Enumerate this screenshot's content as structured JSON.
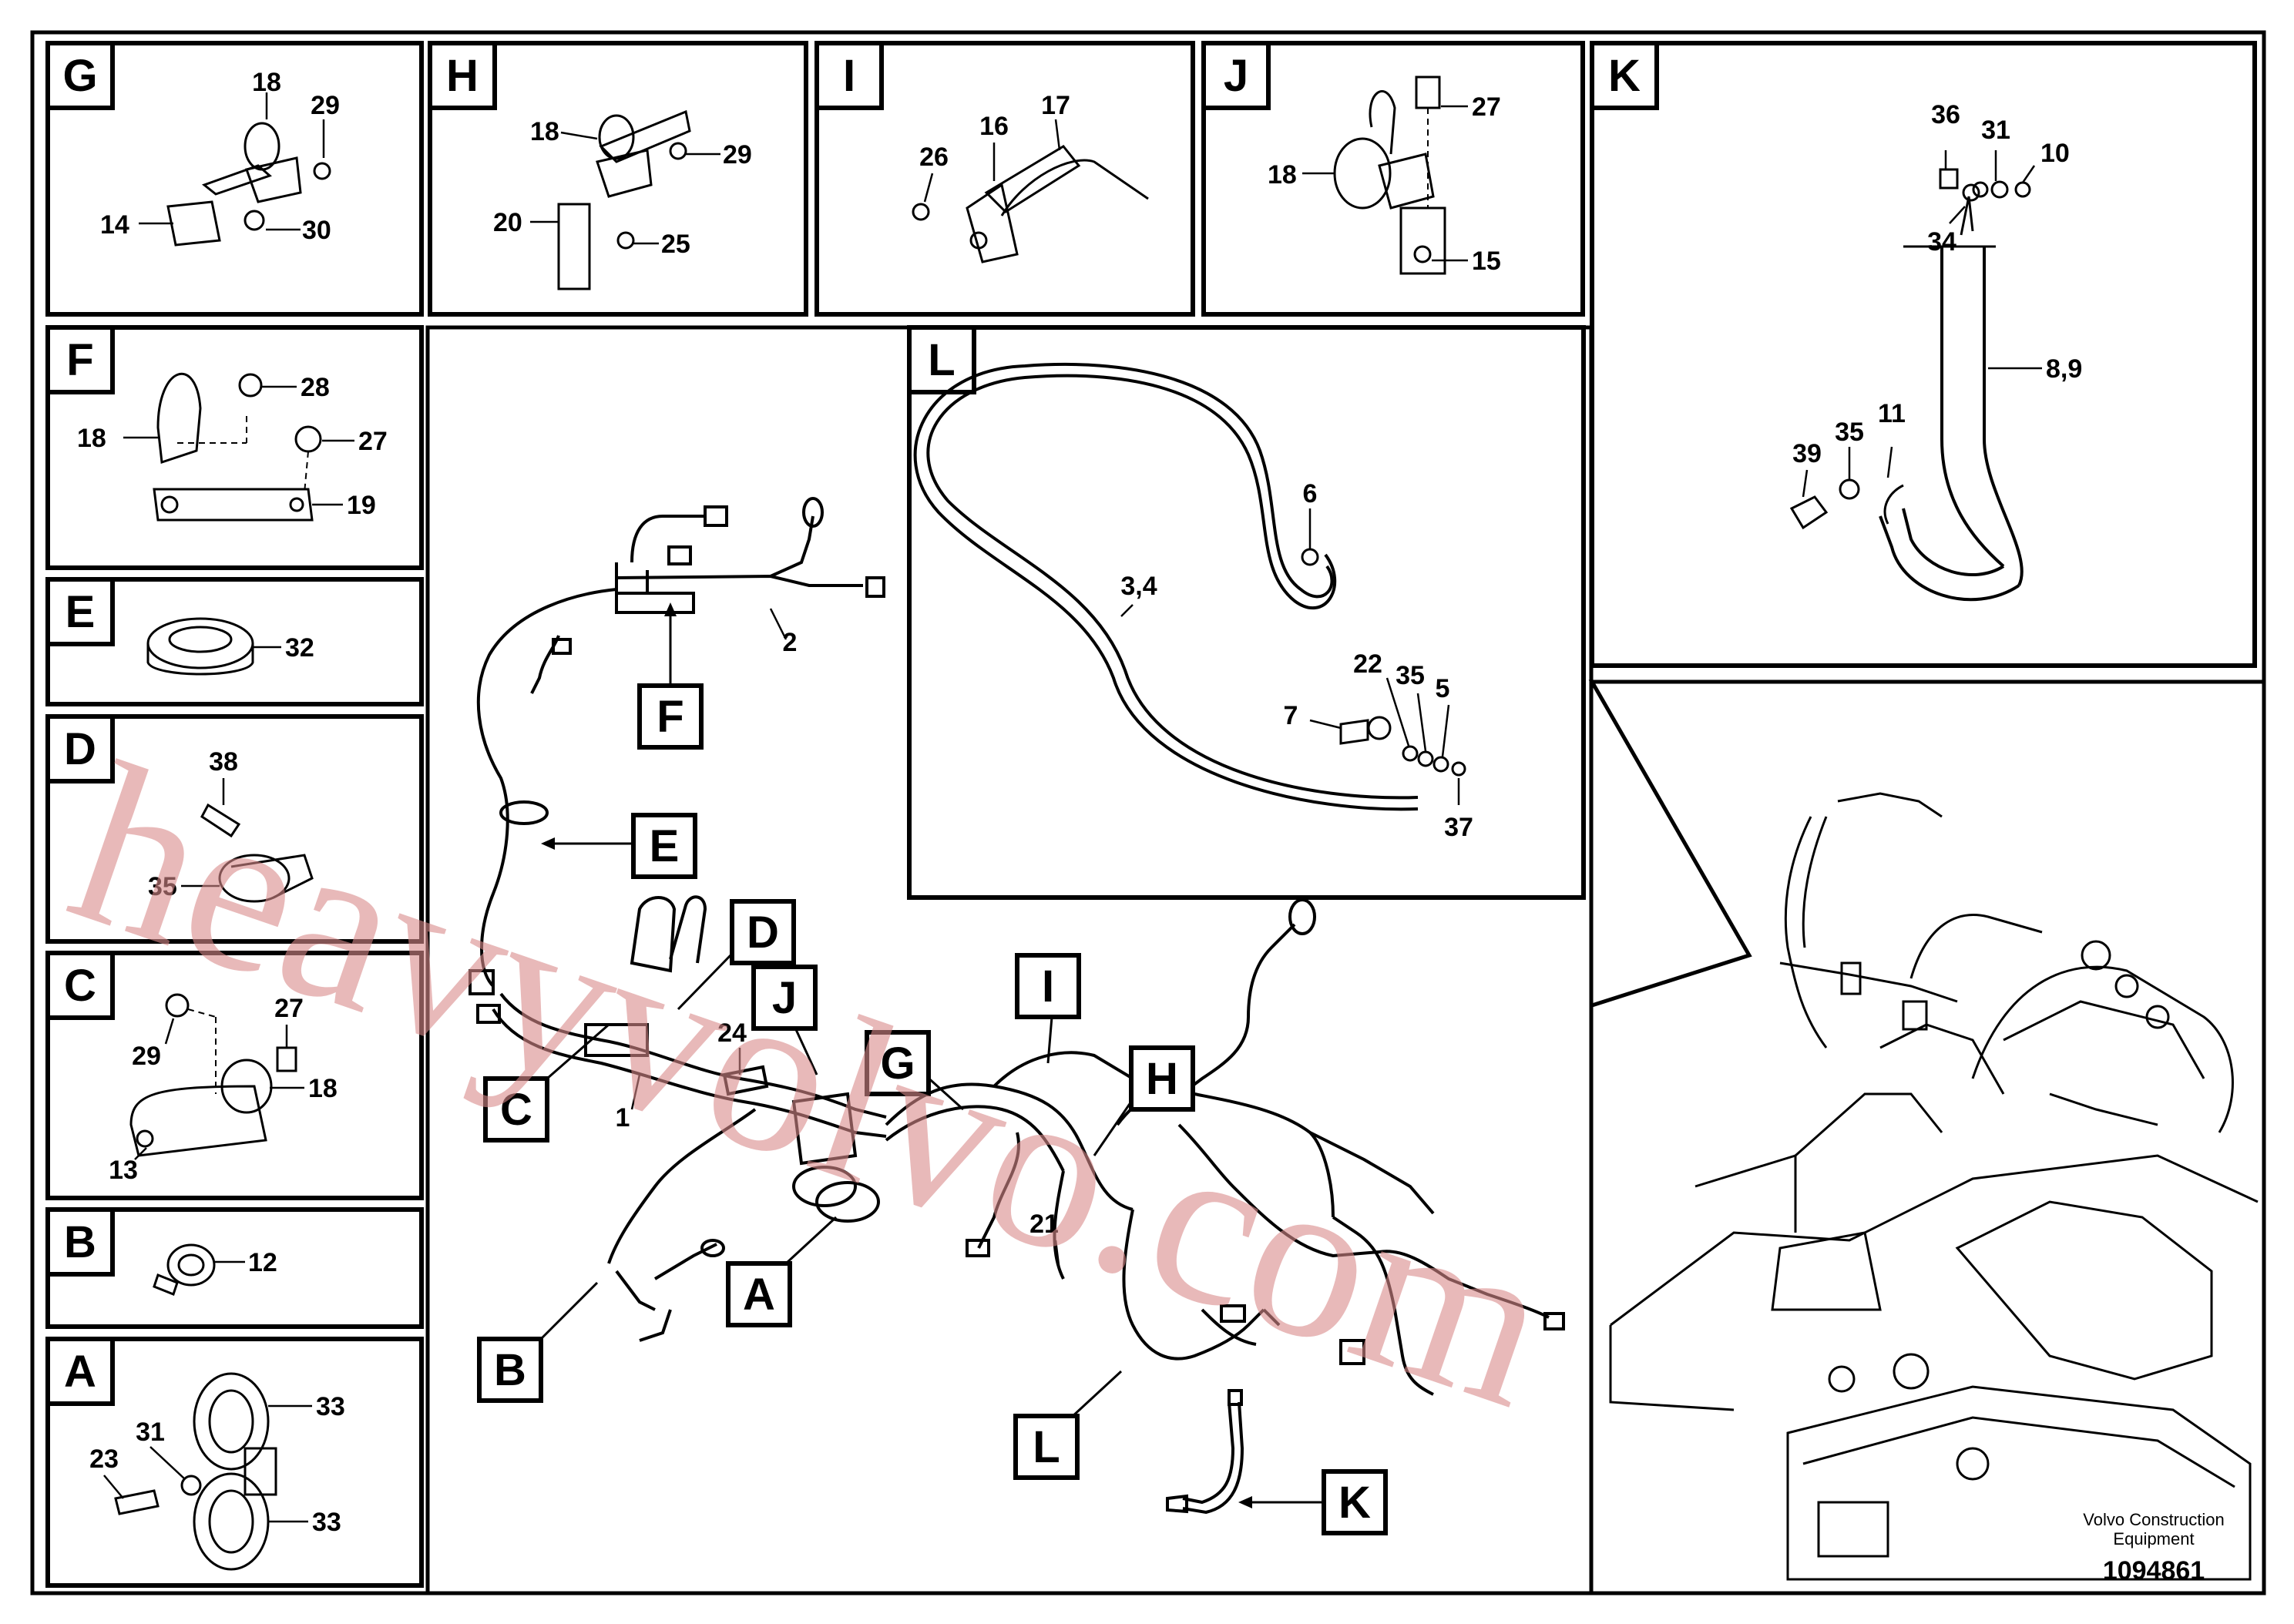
{
  "panels": {
    "G": {
      "letter": "G",
      "callouts": [
        "18",
        "29",
        "14",
        "30"
      ]
    },
    "H": {
      "letter": "H",
      "callouts": [
        "18",
        "29",
        "20",
        "25"
      ]
    },
    "I": {
      "letter": "I",
      "callouts": [
        "17",
        "16",
        "26"
      ]
    },
    "J": {
      "letter": "J",
      "callouts": [
        "27",
        "18",
        "15"
      ]
    },
    "K": {
      "letter": "K",
      "callouts": [
        "36",
        "31",
        "10",
        "34",
        "8,9",
        "35",
        "11",
        "39"
      ]
    },
    "F": {
      "letter": "F",
      "callouts": [
        "28",
        "18",
        "27",
        "19"
      ]
    },
    "E": {
      "letter": "E",
      "callouts": [
        "32"
      ]
    },
    "D": {
      "letter": "D",
      "callouts": [
        "38",
        "35"
      ]
    },
    "C": {
      "letter": "C",
      "callouts": [
        "27",
        "29",
        "18",
        "13"
      ]
    },
    "B": {
      "letter": "B",
      "callouts": [
        "12"
      ]
    },
    "A": {
      "letter": "A",
      "callouts": [
        "33",
        "31",
        "23",
        "33"
      ]
    },
    "L": {
      "letter": "L",
      "callouts": [
        "6",
        "3,4",
        "22",
        "35",
        "5",
        "7",
        "37"
      ]
    }
  },
  "main": {
    "callouts": [
      "2",
      "1",
      "24",
      "21"
    ],
    "tags": [
      "F",
      "E",
      "D",
      "J",
      "I",
      "G",
      "H",
      "C",
      "A",
      "B",
      "L",
      "K"
    ]
  },
  "watermark": "heavyvolvo.com",
  "footer": {
    "credit_line1": "Volvo Construction",
    "credit_line2": "Equipment",
    "doc_number": "1094861"
  },
  "colors": {
    "line": "#000000",
    "watermark": "#d98a8a",
    "background": "#ffffff"
  }
}
